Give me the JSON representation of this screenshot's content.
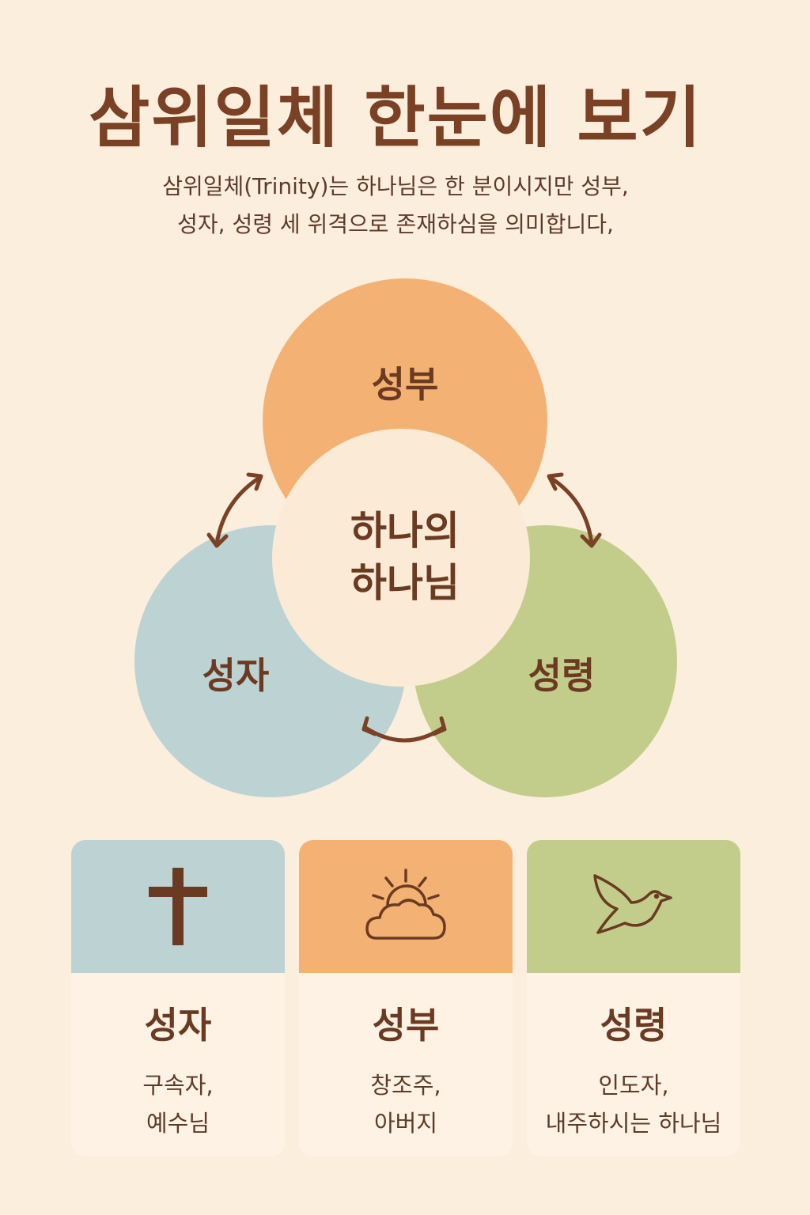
{
  "header": {
    "title": "삼위일체 한눈에 보기",
    "subtitle_line1": "삼위일체(Trinity)는 하나님은 한 분이시지만 성부,",
    "subtitle_line2": "성자, 성령 세 위격으로 존재하심을 의미합니다,"
  },
  "diagram": {
    "father": "성부",
    "son": "성자",
    "spirit": "성령",
    "center_line1": "하나의",
    "center_line2": "하나님"
  },
  "cards": [
    {
      "icon": "cross-icon",
      "title": "성자",
      "desc_line1": "구속자,",
      "desc_line2": "예수님"
    },
    {
      "icon": "sun-cloud-icon",
      "title": "성부",
      "desc_line1": "창조주,",
      "desc_line2": "아버지"
    },
    {
      "icon": "dove-icon",
      "title": "성령",
      "desc_line1": "인도자,",
      "desc_line2": "내주하시는 하나님"
    }
  ],
  "colors": {
    "background": "#fbeedd",
    "father": "#f3b274",
    "son": "#bcd2d3",
    "spirit": "#c3cd8b",
    "text": "#6b3a22"
  }
}
